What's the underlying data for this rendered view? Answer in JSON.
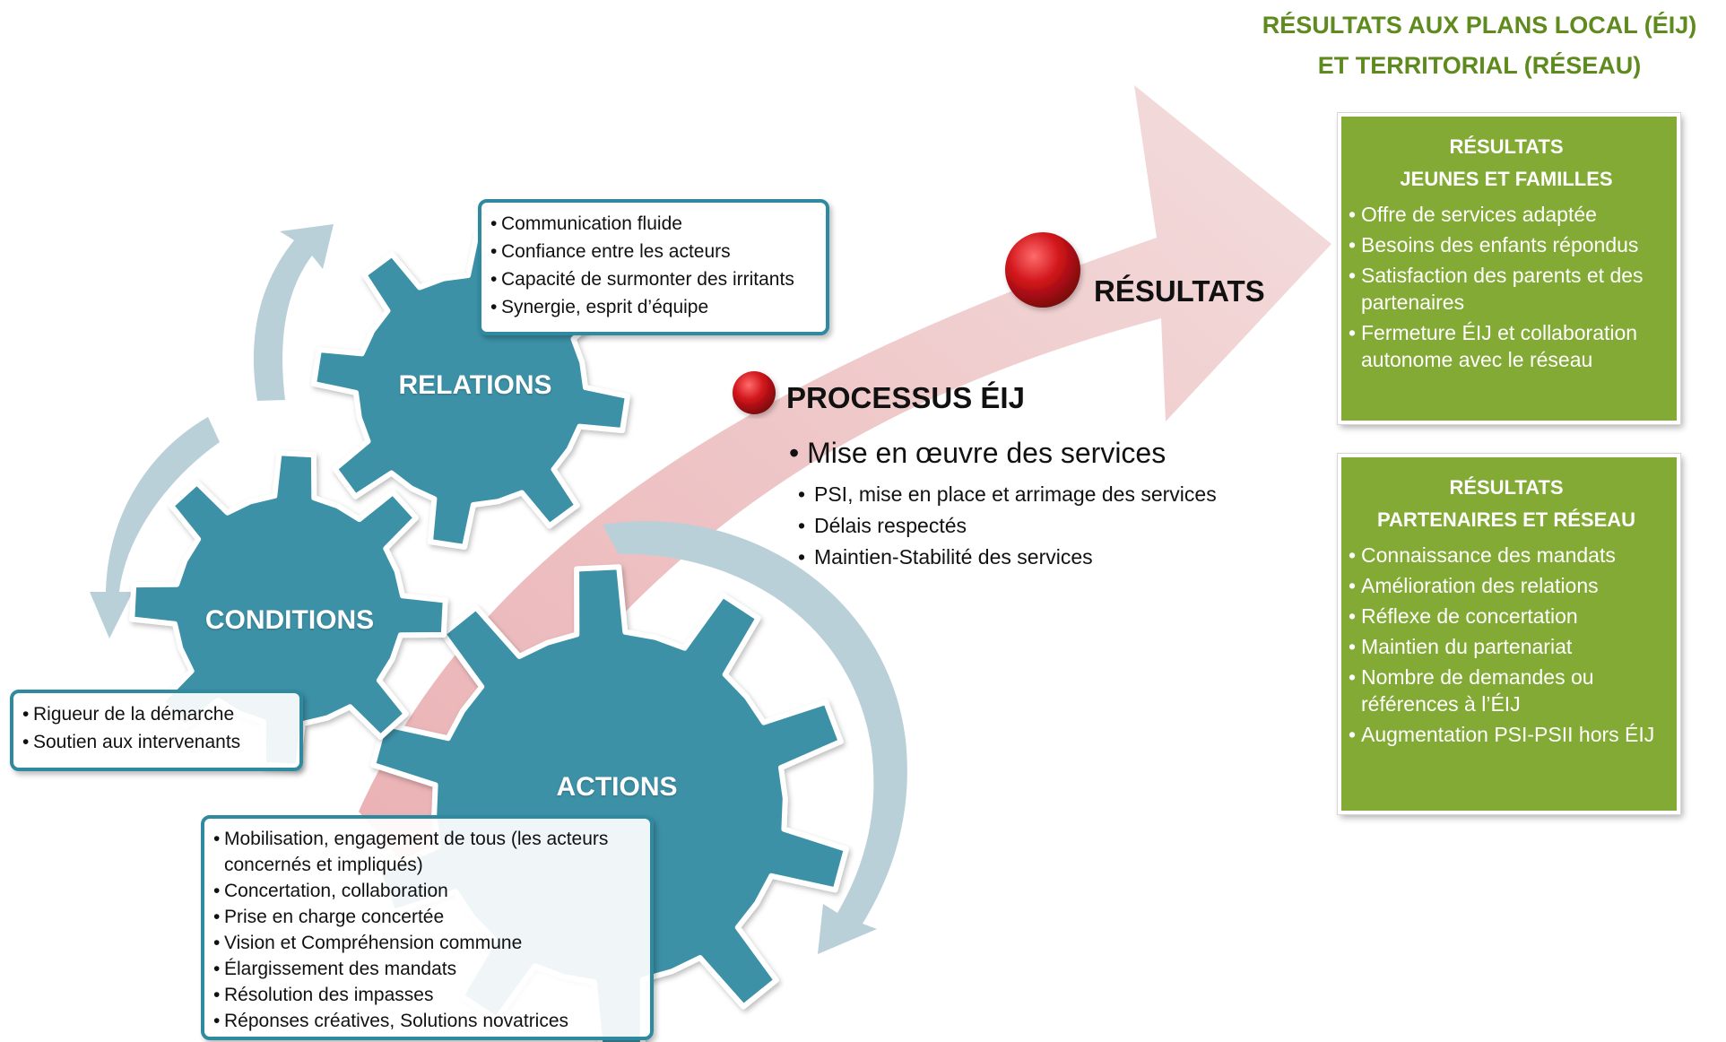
{
  "header": {
    "line1": "RÉSULTATS AUX PLANS LOCAL (ÉIJ)",
    "line2": "ET TERRITORIAL (RÉSEAU)"
  },
  "gears": {
    "relations": "RELATIONS",
    "conditions": "CONDITIONS",
    "actions": "ACTIONS"
  },
  "relations_box": [
    "Communication fluide",
    "Confiance entre les acteurs",
    "Capacité de surmonter des irritants",
    "Synergie,  esprit d’équipe"
  ],
  "conditions_box": [
    "Rigueur de la démarche",
    "Soutien aux intervenants"
  ],
  "actions_box": [
    "Mobilisation, engagement de tous (les acteurs concernés et impliqués)",
    "Concertation, collaboration",
    "Prise en charge concertée",
    "Vision et Compréhension commune",
    "Élargissement des mandats",
    "Résolution des impasses",
    "Réponses créatives,  Solutions novatrices"
  ],
  "stages": {
    "resultats": "RÉSULTATS",
    "processus": "PROCESSUS ÉIJ"
  },
  "processus": {
    "main": "Mise en œuvre des services",
    "items": [
      "PSI, mise en place et arrimage des services",
      "Délais respectés",
      "Maintien-Stabilité des services"
    ]
  },
  "green_jeunes": {
    "title1": "RÉSULTATS",
    "title2": "JEUNES ET FAMILLES",
    "items": [
      "Offre de services adaptée",
      "Besoins des enfants répondus",
      "Satisfaction des parents et des partenaires",
      "Fermeture ÉIJ et collaboration autonome  avec le réseau"
    ]
  },
  "green_partenaires": {
    "title1": "RÉSULTATS",
    "title2": "PARTENAIRES ET RÉSEAU",
    "items": [
      "Connaissance des mandats",
      "Amélioration des relations",
      "Réflexe de concertation",
      "Maintien du partenariat",
      "Nombre de demandes ou références à l’ÉIJ",
      "Augmentation PSI-PSII hors ÉIJ"
    ]
  },
  "colors": {
    "gear": "#3d91a7",
    "cycle_arrow": "#b9d0d8",
    "big_arrow": "#efcdce",
    "green": "#82aa34",
    "header_green": "#5e8a1e",
    "red_dot": "#c8171c"
  }
}
